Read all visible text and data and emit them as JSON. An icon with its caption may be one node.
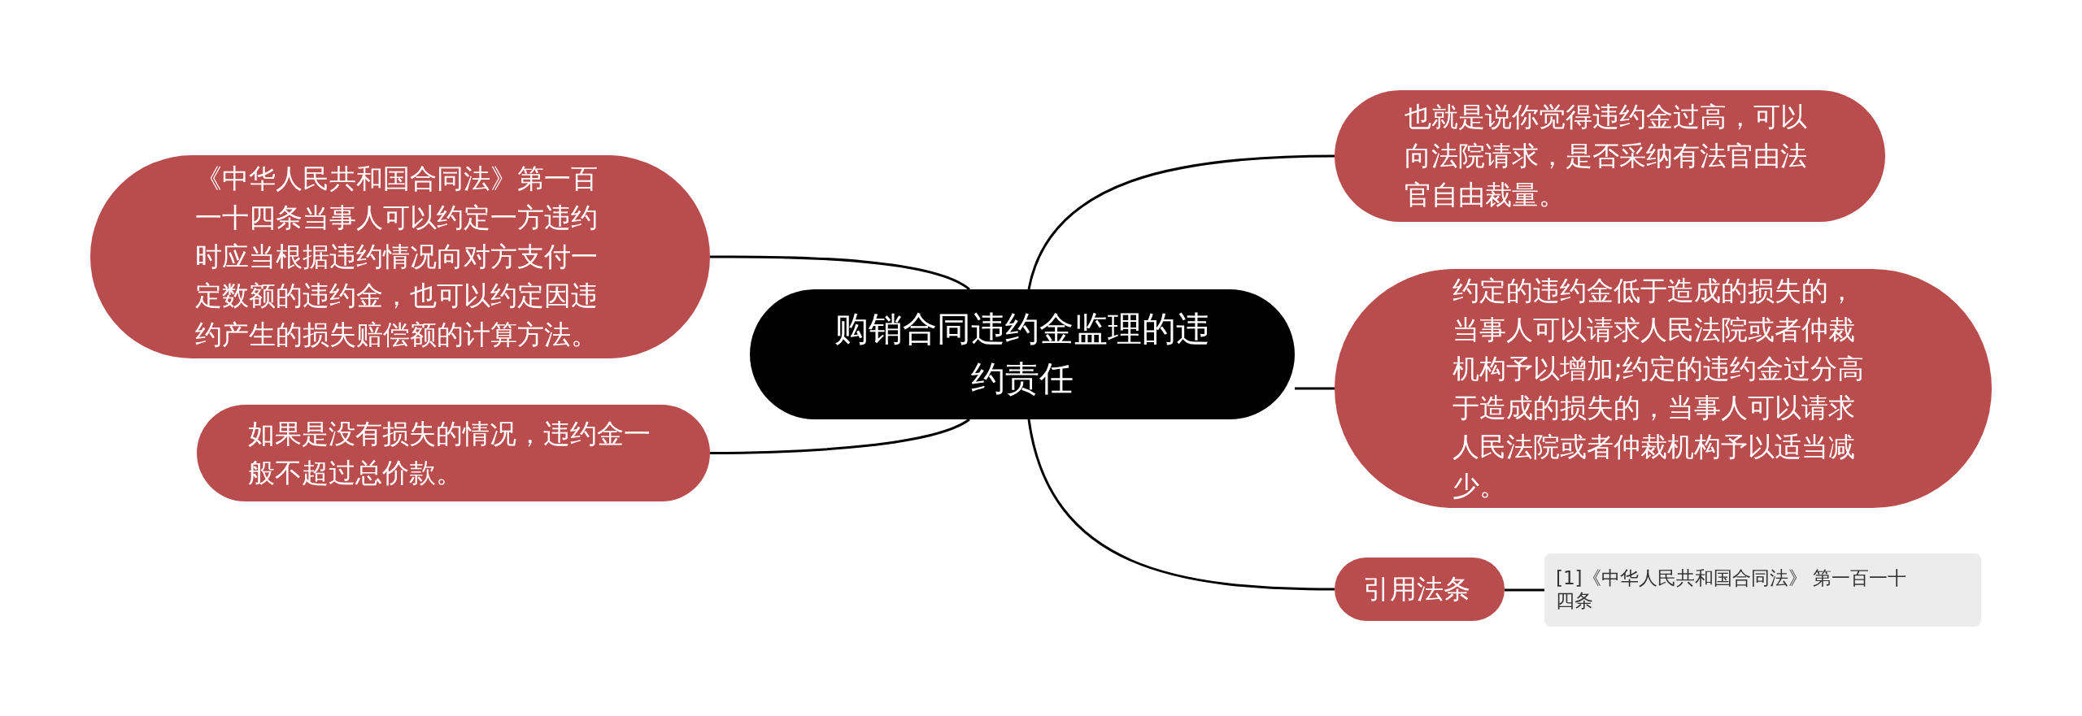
{
  "diagram": {
    "nodes": [
      {
        "text": [
          "购销合同违约金监理的违约责任"
        ]
      },
      {
        "text": [
          "《中华人民共和国合同法》第一百一十四条当事人可以约定一方违约时应当根据违约情况向对方支付一定数额的违约金，也可以约定因违约产生的损失赔偿额的计算方法。"
        ]
      },
      {
        "text": [
          "如果是没有损失的情况，违约金一般不超过总价款。"
        ]
      },
      {
        "text": [
          "也就是说你觉得违约金过高，可以向法院请求，是否采纳有法官由法官自由裁量。"
        ]
      },
      {
        "text": [
          "约定的违约金低于造成的损失的，当事人可以请求人民法院或者仲裁机构予以增加;约定的违约金过分高于造成的损失的，当事人可以请求人民法院或者仲裁机构予以适当减少。"
        ]
      },
      {
        "text": [
          "引用法条"
        ]
      },
      {
        "text": [
          "[1]《中华人民共和国合同法》 第一百一十四条"
        ]
      }
    ],
    "edges": [
      {
        "from": 0,
        "to": 1,
        "arrow": "none"
      },
      {
        "from": 0,
        "to": 2,
        "arrow": "none"
      },
      {
        "from": 0,
        "to": 3,
        "arrow": "none"
      },
      {
        "from": 0,
        "to": 4,
        "arrow": "none"
      },
      {
        "from": 0,
        "to": 5,
        "arrow": "none"
      },
      {
        "from": 5,
        "to": 6,
        "arrow": "none"
      }
    ]
  }
}
